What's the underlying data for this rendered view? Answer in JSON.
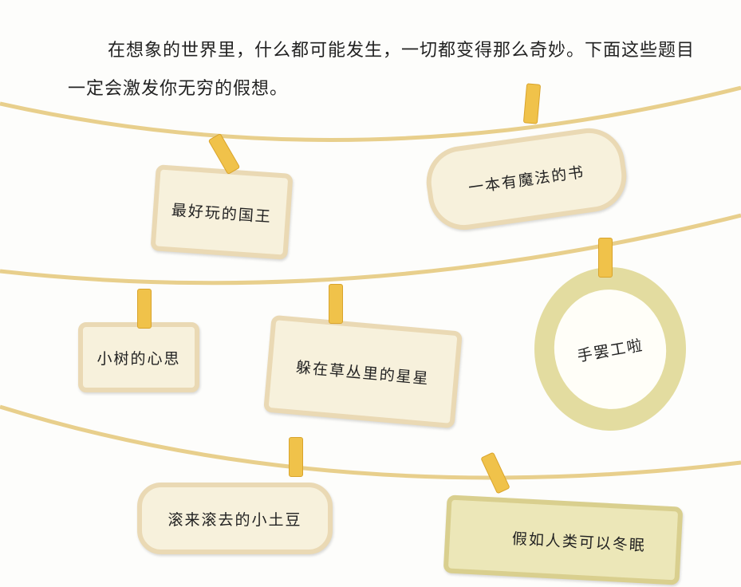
{
  "intro": {
    "text": "在想象的世界里，什么都可能发生，一切都变得那么奇妙。下面这些题目一定会激发你无穷的假想。"
  },
  "cards": [
    {
      "label": "最好玩的国王"
    },
    {
      "label": "一本有魔法的书"
    },
    {
      "label": "小树的心思"
    },
    {
      "label": "躲在草丛里的星星"
    },
    {
      "label": "手罢工啦"
    },
    {
      "label": "滚来滚去的小土豆"
    },
    {
      "label": "假如人类可以冬眠"
    }
  ],
  "colors": {
    "rope": "#e8cf8c",
    "pin": "#f0c24a",
    "card": "#f7f1dc",
    "card_border": "#ead9b4",
    "ring": "#e3dca0"
  }
}
